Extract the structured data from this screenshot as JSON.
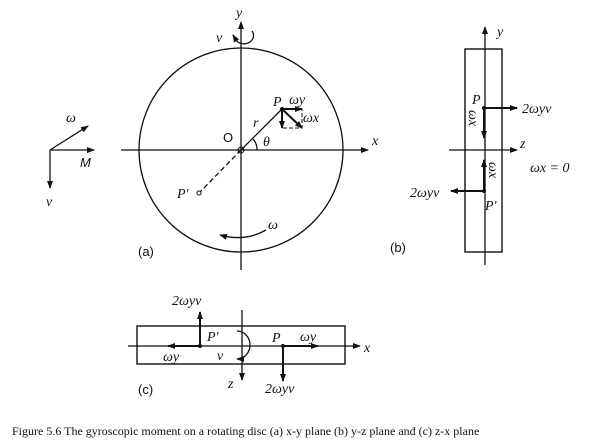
{
  "panel_a": {
    "label": "(a)",
    "origin": "O",
    "x": "x",
    "y": "y",
    "v": "v",
    "P": "P",
    "P_prime": "P'",
    "r": "r",
    "theta": "θ",
    "omega_y": "ωy",
    "omega_x": "ωx",
    "omega": "ω",
    "triad": {
      "omega": "ω",
      "M": "M",
      "v": "v"
    }
  },
  "panel_b": {
    "label": "(b)",
    "y": "y",
    "z": "z",
    "P": "P",
    "P_prime": "P'",
    "force_right": "2ωyv",
    "force_left": "2ωyv",
    "omega_x_top": "ωx",
    "omega_x_bottom": "ωx",
    "omega_x_zero": "ωx = 0"
  },
  "panel_c": {
    "label": "(c)",
    "x": "x",
    "z": "z",
    "v": "v",
    "P": "P",
    "P_prime": "P'",
    "force_up": "2ωyv",
    "force_down": "2ωyv",
    "omega_y_right": "ωy",
    "omega_y_left": "ωy"
  },
  "caption": "Figure 5.6 The gyroscopic moment on a rotating disc (a) x-y plane (b) y-z plane and (c) z-x plane"
}
